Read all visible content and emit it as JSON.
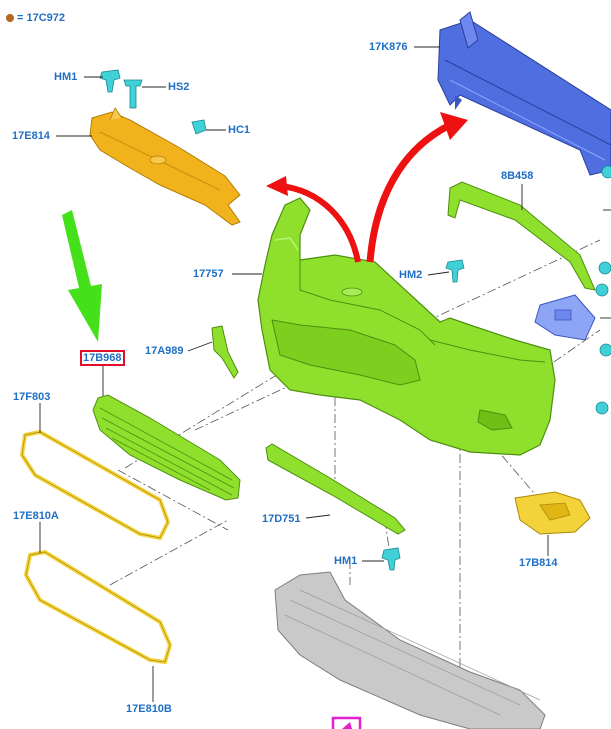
{
  "legend": {
    "dot_color": "#b5651d",
    "text": "= 17C972"
  },
  "callouts": {
    "hm1_top": "HM1",
    "hs2": "HS2",
    "hc1": "HC1",
    "p17e814": "17E814",
    "p17k876": "17K876",
    "p8b458": "8B458",
    "p17757": "17757",
    "hm2": "HM2",
    "p17a989": "17A989",
    "p17b968": "17B968",
    "p17f803": "17F803",
    "p17e810a": "17E810A",
    "p17d751": "17D751",
    "hm1_bottom": "HM1",
    "p17b814": "17B814",
    "p17e810b": "17E810B"
  },
  "colors": {
    "label": "#1f6fc5",
    "bumper_green": "#8ee02c",
    "bracket_orange": "#f2b21c",
    "beam_blue": "#4f6fe0",
    "trim_yellow": "#f3d23a",
    "fastener_teal": "#3fd0d8",
    "shield_grey": "#c9c9c9",
    "arrow_red": "#ee1111",
    "arrow_green": "#44e11a",
    "highlight_box": "#e0102a",
    "page_marker": "#e41fd0"
  }
}
